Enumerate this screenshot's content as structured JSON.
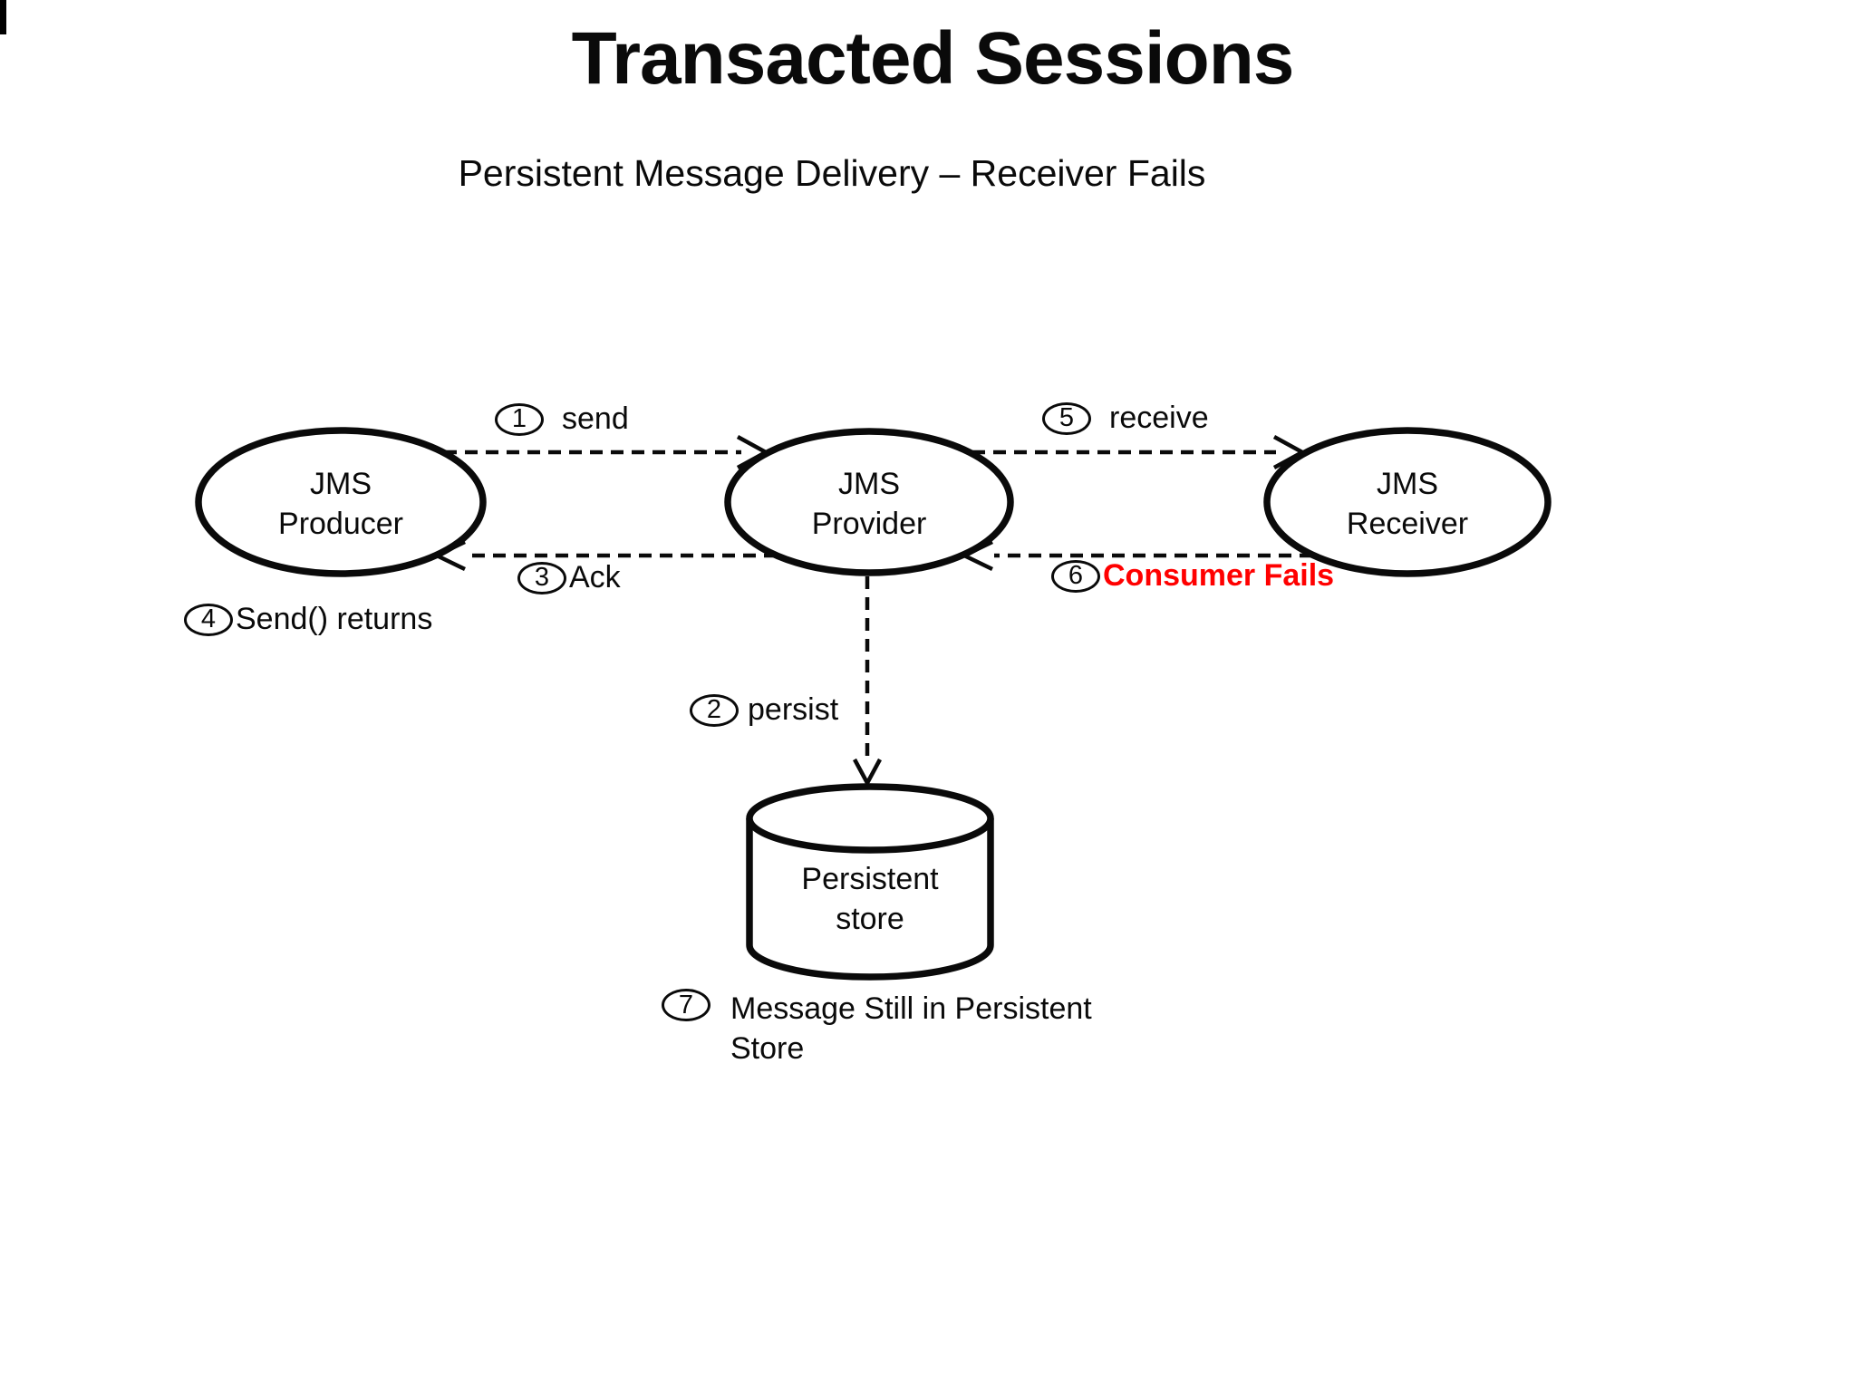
{
  "slide": {
    "title": "Transacted Sessions",
    "subtitle": "Persistent Message Delivery – Receiver Fails"
  },
  "nodes": {
    "producer": {
      "line1": "JMS",
      "line2": "Producer"
    },
    "provider": {
      "line1": "JMS",
      "line2": "Provider"
    },
    "receiver": {
      "line1": "JMS",
      "line2": "Receiver"
    },
    "store": {
      "line1": "Persistent",
      "line2": "store"
    }
  },
  "steps": {
    "send": {
      "num": "1",
      "label": "send"
    },
    "persist": {
      "num": "2",
      "label": "persist"
    },
    "ack": {
      "num": "3",
      "label": "Ack"
    },
    "send_returns": {
      "num": "4",
      "label": "Send() returns"
    },
    "receive": {
      "num": "5",
      "label": "receive"
    },
    "consumer_fails": {
      "num": "6",
      "label": "Consumer Fails"
    },
    "still_in_store": {
      "num": "7",
      "label": "Message Still in Persistent Store"
    }
  },
  "colors": {
    "ink": "#0a0a0a",
    "fail": "#ff0000",
    "background": "#ffffff"
  }
}
